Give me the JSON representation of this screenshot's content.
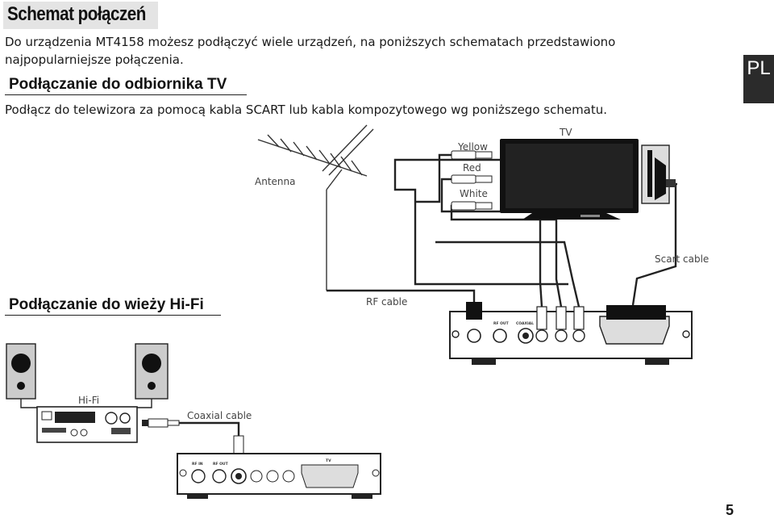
{
  "page_title": "Schemat połączeń",
  "intro": "Do urządzenia MT4158 możesz podłączyć wiele urządzeń, na poniższych schematach przedstawiono najpopularniejsze połączenia.",
  "lang_tab": "PL",
  "section_tv": {
    "heading": "Podłączanie do odbiornika TV",
    "description": "Podłącz do telewizora za pomocą kabla SCART lub kabla kompozytowego wg poniższego schematu."
  },
  "section_hifi": {
    "heading": "Podłączanie do wieży Hi-Fi"
  },
  "diagram_labels": {
    "antenna": "Antenna",
    "tv": "TV",
    "yellow": "Yellow",
    "red": "Red",
    "white": "White",
    "scart_cable": "Scart cable",
    "rf_cable": "RF cable",
    "hifi": "Hi-Fi",
    "coaxial_cable": "Coaxial cable"
  },
  "panel_labels": {
    "rf_in": "RF IN",
    "rf_out": "RF OUT",
    "coaxial": "COAXIAL",
    "tv": "TV"
  },
  "page_number": "5"
}
